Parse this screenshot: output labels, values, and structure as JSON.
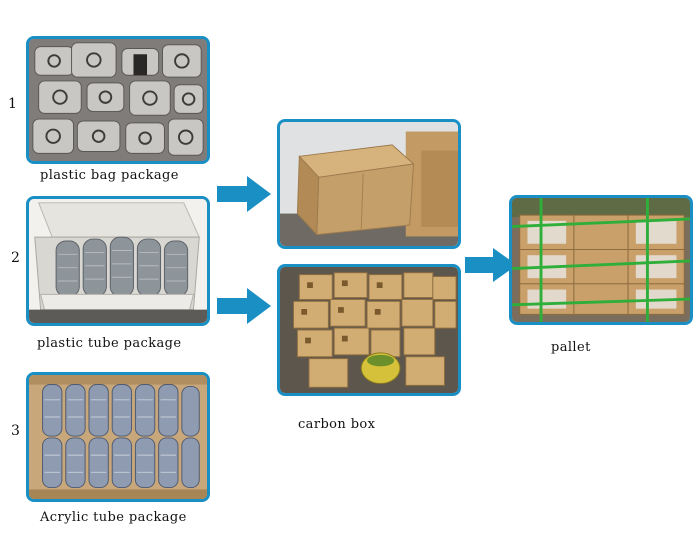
{
  "steps": [
    {
      "number": "1",
      "label": "plastic bag package"
    },
    {
      "number": "2",
      "label": "plastic tube package"
    },
    {
      "number": "3",
      "label": "Acrylic tube package"
    }
  ],
  "middle": {
    "label": "carbon box"
  },
  "final": {
    "label": "pallet"
  },
  "colors": {
    "frame": "#1a8fc4",
    "arrow": "#1a8fc4"
  },
  "icons": [
    "arrow-right-icon"
  ]
}
